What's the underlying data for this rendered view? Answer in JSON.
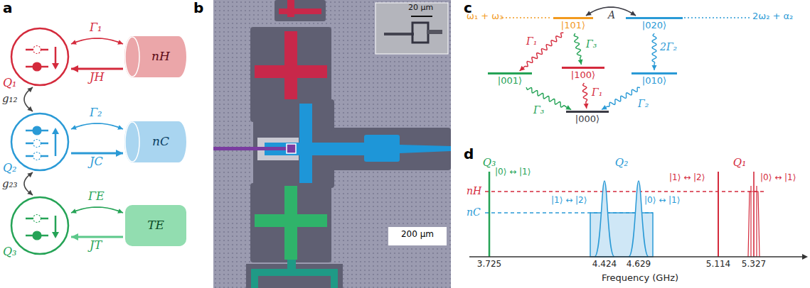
{
  "diagram": {
    "nodes": [
      {
        "text": [
          "Q₁"
        ]
      },
      {
        "text": [
          "nH"
        ]
      },
      {
        "text": [
          "Q₂"
        ]
      },
      {
        "text": [
          "nC"
        ]
      },
      {
        "text": [
          "Q₃"
        ]
      },
      {
        "text": [
          "TE"
        ]
      },
      {
        "text": [
          "|101⟩"
        ]
      },
      {
        "text": [
          "|020⟩"
        ]
      },
      {
        "text": [
          "|001⟩"
        ]
      },
      {
        "text": [
          "|100⟩"
        ]
      },
      {
        "text": [
          "|010⟩"
        ]
      },
      {
        "text": [
          "|000⟩"
        ]
      }
    ],
    "edges": [
      {
        "from": 0,
        "to": 2,
        "arrow": "both",
        "label": "g₁₂"
      },
      {
        "from": 2,
        "to": 4,
        "arrow": "both",
        "label": "g₂₃"
      },
      {
        "from": 0,
        "to": 1,
        "arrow": "both",
        "label": "Γ₁"
      },
      {
        "from": 1,
        "to": 0,
        "arrow": "to",
        "label": "JH"
      },
      {
        "from": 2,
        "to": 3,
        "arrow": "both",
        "label": "Γ₂"
      },
      {
        "from": 2,
        "to": 3,
        "arrow": "to",
        "label": "JC"
      },
      {
        "from": 4,
        "to": 5,
        "arrow": "both",
        "label": "ΓE"
      },
      {
        "from": 5,
        "to": 4,
        "arrow": "to",
        "label": "JT"
      },
      {
        "from": 6,
        "to": 7,
        "arrow": "both",
        "label": "A"
      },
      {
        "from": 6,
        "to": 8,
        "arrow": "to",
        "label": "Γ₁"
      },
      {
        "from": 6,
        "to": 9,
        "arrow": "to",
        "label": "Γ₃"
      },
      {
        "from": 7,
        "to": 10,
        "arrow": "to",
        "label": "2Γ₂"
      },
      {
        "from": 9,
        "to": 11,
        "arrow": "to",
        "label": "Γ₁"
      },
      {
        "from": 8,
        "to": 11,
        "arrow": "to",
        "label": "Γ₃"
      },
      {
        "from": 10,
        "to": 11,
        "arrow": "to",
        "label": "Γ₂"
      }
    ],
    "labels": [
      "a",
      "b",
      "c",
      "d",
      "20 µm",
      "200 µm",
      "ω₁ + ω₃",
      "2ω₂ + α₂",
      "Q₃",
      "Q₂",
      "Q₁",
      "nH",
      "nC",
      "|0⟩ ↔ |1⟩",
      "|1⟩ ↔ |2⟩",
      "|0⟩ ↔ |1⟩",
      "|1⟩ ↔ |2⟩",
      "|0⟩ ↔ |1⟩",
      "3.725",
      "4.424",
      "4.629",
      "5.114",
      "5.327",
      "Frequency (GHz)"
    ]
  }
}
